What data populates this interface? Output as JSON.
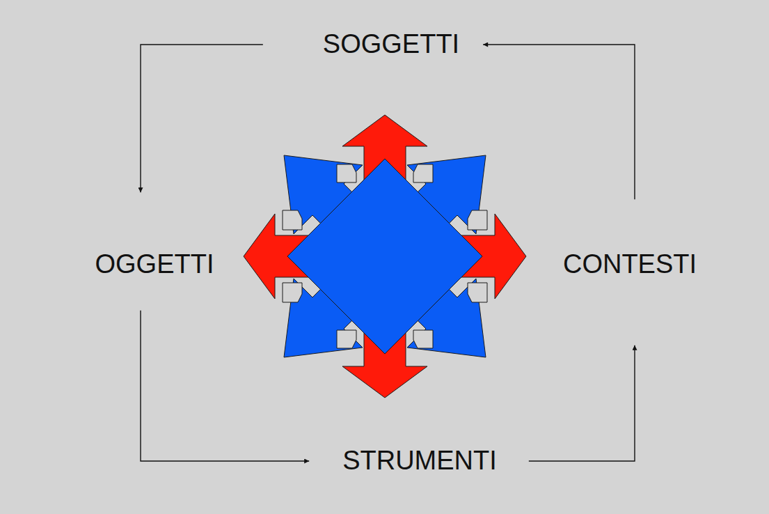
{
  "diagram": {
    "nodes": [
      {
        "text": [
          "SOGGETTI"
        ]
      },
      {
        "text": [
          "OGGETTI"
        ]
      },
      {
        "text": [
          "CONTESTI"
        ]
      },
      {
        "text": [
          "STRUMENTI"
        ]
      }
    ],
    "edges": [
      {
        "from": 0,
        "to": 1,
        "arrow": "to"
      },
      {
        "from": 1,
        "to": 3,
        "arrow": "to"
      },
      {
        "from": 3,
        "to": 2,
        "arrow": "to"
      },
      {
        "from": 2,
        "to": 0,
        "arrow": "to"
      }
    ]
  }
}
